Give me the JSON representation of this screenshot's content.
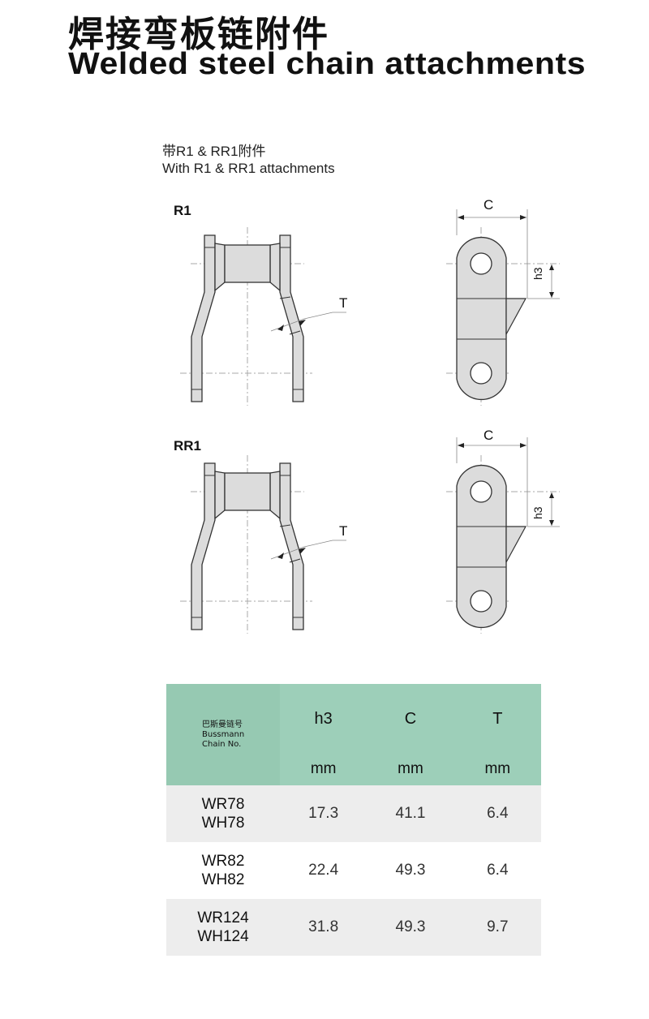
{
  "title_cn": "焊接弯板链附件",
  "title_en": "Welded steel chain attachments",
  "subtitle_cn": "带R1 & RR1附件",
  "subtitle_en": "With R1 & RR1 attachments",
  "diagrams": [
    {
      "label": "R1",
      "dim_c": "C",
      "dim_h": "h3",
      "dim_t": "T"
    },
    {
      "label": "RR1",
      "dim_c": "C",
      "dim_h": "h3",
      "dim_t": "T"
    }
  ],
  "table": {
    "header": {
      "col0_cn": "巴斯曼链号",
      "col0_en1": "Bussmann",
      "col0_en2": "Chain No.",
      "columns": [
        {
          "sym": "h3",
          "unit": "mm"
        },
        {
          "sym": "C",
          "unit": "mm"
        },
        {
          "sym": "T",
          "unit": "mm"
        }
      ]
    },
    "rows": [
      {
        "chain1": "WR78",
        "chain2": "WH78",
        "h3": "17.3",
        "c": "41.1",
        "t": "6.4"
      },
      {
        "chain1": "WR82",
        "chain2": "WH82",
        "h3": "22.4",
        "c": "49.3",
        "t": "6.4"
      },
      {
        "chain1": "WR124",
        "chain2": "WH124",
        "h3": "31.8",
        "c": "49.3",
        "t": "9.7"
      }
    ]
  }
}
